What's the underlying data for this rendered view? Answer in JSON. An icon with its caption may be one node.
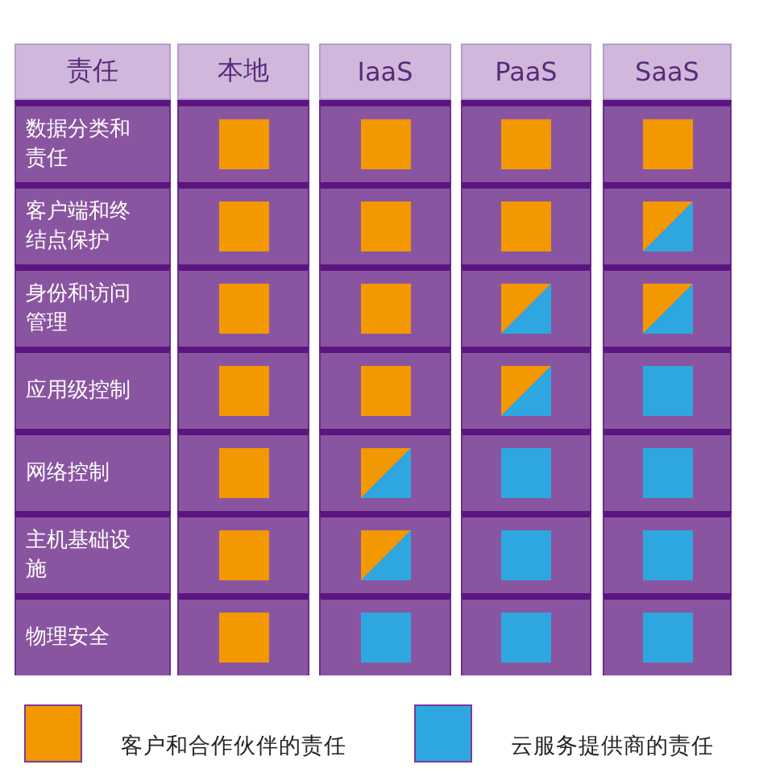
{
  "diagram": {
    "nodes": [
      {
        "text": [],
        "shape": "box"
      },
      {
        "text": [],
        "shape": "box"
      },
      {
        "text": [],
        "shape": "box"
      },
      {
        "text": [],
        "shape": "box"
      },
      {
        "text": [],
        "shape": "box"
      },
      {
        "text": [],
        "shape": "box"
      },
      {
        "text": [],
        "shape": "box"
      },
      {
        "text": [],
        "shape": "box"
      },
      {
        "text": [],
        "shape": "box"
      },
      {
        "text": [],
        "shape": "box"
      },
      {
        "text": [],
        "shape": "box"
      },
      {
        "text": [],
        "shape": "box"
      },
      {
        "text": [],
        "shape": "box"
      },
      {
        "text": [],
        "shape": "box"
      },
      {
        "text": [],
        "shape": "box"
      },
      {
        "text": [],
        "shape": "box"
      },
      {
        "text": [],
        "shape": "box"
      },
      {
        "text": [],
        "shape": "box"
      },
      {
        "text": [],
        "shape": "box"
      },
      {
        "text": [],
        "shape": "box"
      },
      {
        "text": [],
        "shape": "box"
      },
      {
        "text": [],
        "shape": "box"
      },
      {
        "text": [],
        "shape": "box"
      },
      {
        "text": [],
        "shape": "box"
      },
      {
        "text": [],
        "shape": "box"
      },
      {
        "text": [],
        "shape": "box"
      },
      {
        "text": [],
        "shape": "box"
      },
      {
        "text": [],
        "shape": "box"
      }
    ],
    "labels": [
      "责任",
      "本地",
      "IaaS",
      "PaaS",
      "SaaS",
      "数据分类和责任",
      "客户端和终结点保护",
      "身份和访问管理",
      "应用级控制",
      "网络控制",
      "主机基础设施",
      "物理安全"
    ],
    "legend": [
      {
        "text": "客户和合作伙伴的责任",
        "color": "#f39800"
      },
      {
        "text": "云服务提供商的责任",
        "color": "#2ea7e0"
      }
    ]
  }
}
